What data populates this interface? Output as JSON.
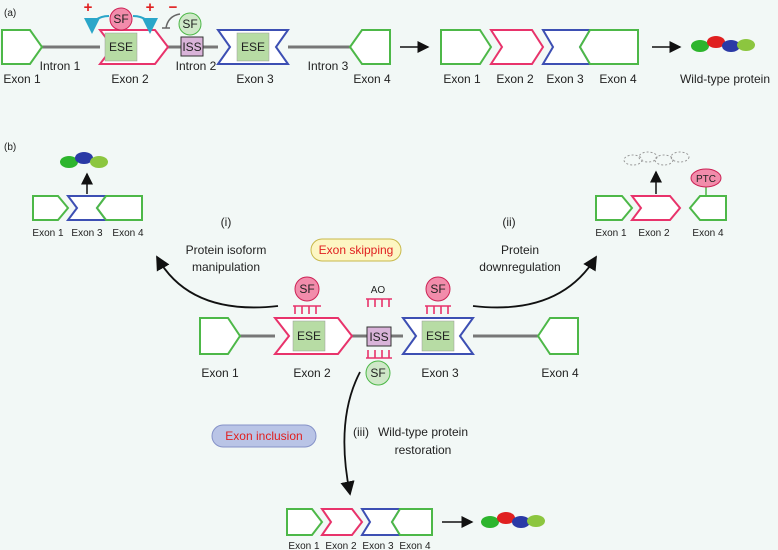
{
  "panel_a": {
    "tag": "(a)",
    "exon_labels": [
      "Exon 1",
      "Exon 2",
      "Exon 3",
      "Exon 4"
    ],
    "intron_labels": [
      "Intron 1",
      "Intron 2",
      "Intron 3"
    ],
    "ese": "ESE",
    "iss": "ISS",
    "sf": "SF",
    "plus": "+",
    "minus": "−",
    "mature_labels": [
      "Exon 1",
      "Exon 2",
      "Exon 3",
      "Exon 4"
    ],
    "protein": "Wild-type protein"
  },
  "panel_b": {
    "tag": "(b)",
    "exon_labels": [
      "Exon 1",
      "Exon 2",
      "Exon 3",
      "Exon 4"
    ],
    "ese": "ESE",
    "iss": "ISS",
    "sf": "SF",
    "ao": "AO",
    "exon_skipping": "Exon skipping",
    "exon_inclusion": "Exon inclusion",
    "path_i": {
      "tag": "(i)",
      "line1": "Protein isoform",
      "line2": "manipulation",
      "exons": [
        "Exon 1",
        "Exon 3",
        "Exon 4"
      ]
    },
    "path_ii": {
      "tag": "(ii)",
      "line1": "Protein",
      "line2": "downregulation",
      "exons": [
        "Exon 1",
        "Exon 2",
        "Exon 4"
      ],
      "ptc": "PTC"
    },
    "path_iii": {
      "tag": "(iii)",
      "line1": "Wild-type protein",
      "line2": "restoration",
      "exons": [
        "Exon 1",
        "Exon 2",
        "Exon 3",
        "Exon 4"
      ]
    }
  },
  "colors": {
    "exon1": "#4db848",
    "exon2": "#e8336b",
    "exon3": "#3d4fb3",
    "exon4": "#4db848",
    "ese_fill": "#b7dca4",
    "iss_fill": "#d9b3d9",
    "sf_pink": "#f28cab",
    "sf_green": "#cfe8c8",
    "arrow_blue": "#2aa6c9",
    "plus_red": "#e02020"
  }
}
